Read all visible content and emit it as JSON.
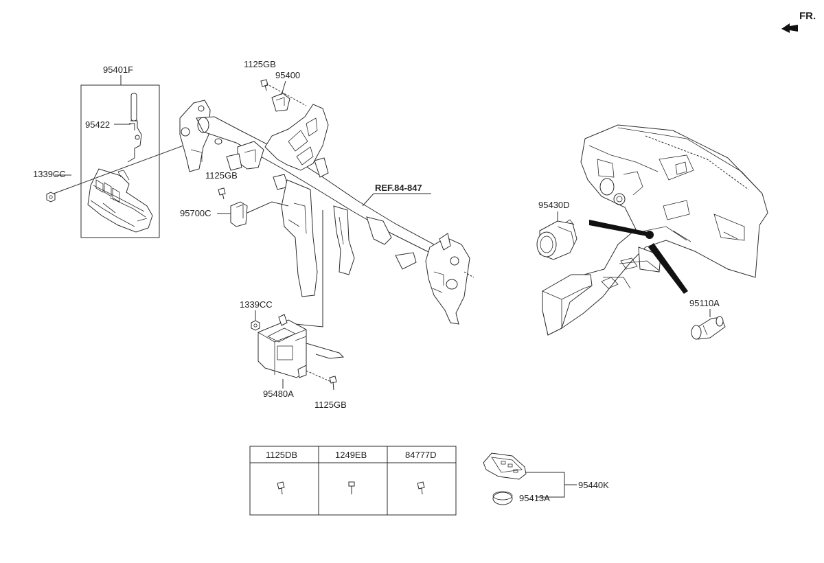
{
  "front_indicator": "FR.",
  "ref_label": "REF.84-847",
  "labels": {
    "p95401F": "95401F",
    "p95422": "95422",
    "p1339CC_left": "1339CC",
    "p1125GB_top": "1125GB",
    "p95400": "95400",
    "p1125GB_mid": "1125GB",
    "p95700C": "95700C",
    "p1339CC_mid": "1339CC",
    "p95480A": "95480A",
    "p1125GB_bottom": "1125GB",
    "p95430D": "95430D",
    "p95110A": "95110A",
    "p95440K": "95440K",
    "p95413A": "95413A"
  },
  "fastener_table": {
    "headers": [
      "1125DB",
      "1249EB",
      "84777D"
    ]
  }
}
